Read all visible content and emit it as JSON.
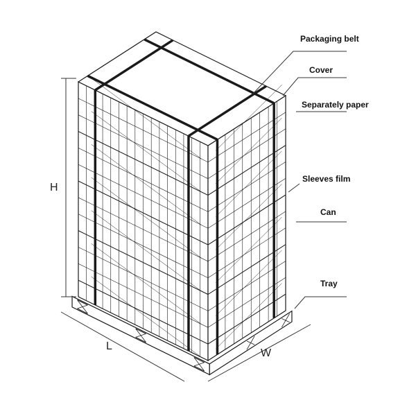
{
  "labels": {
    "packaging_belt": "Packaging belt",
    "cover": "Cover",
    "separately_paper": "Separately  paper",
    "sleeves_film": "Sleeves film",
    "can": "Can",
    "tray": "Tray"
  },
  "dimensions": {
    "height": "H",
    "length": "L",
    "width": "W"
  },
  "colors": {
    "line": "#1a1a1a",
    "background": "#ffffff"
  }
}
